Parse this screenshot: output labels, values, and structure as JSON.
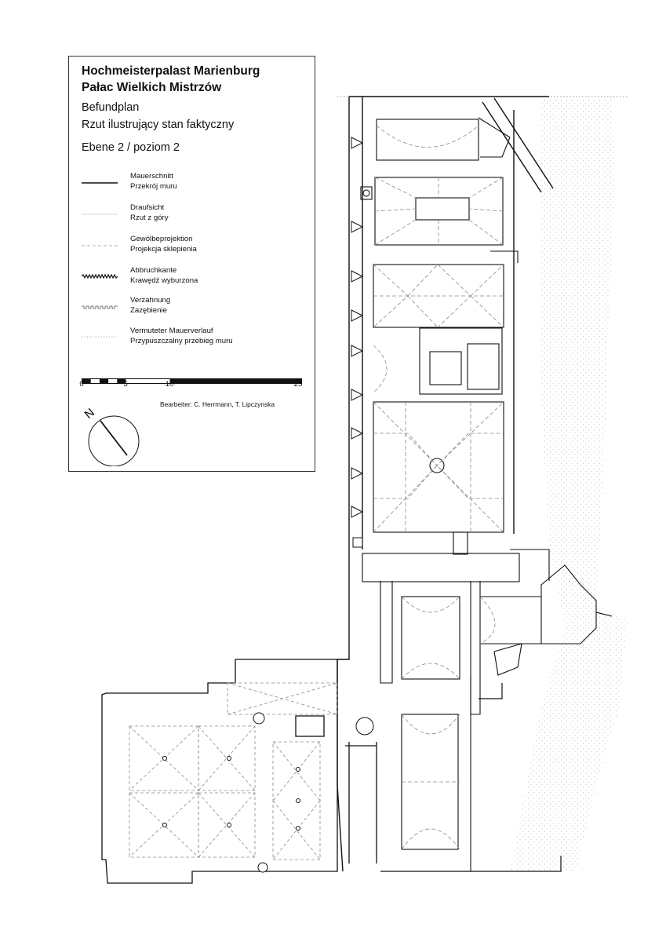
{
  "title": {
    "line1": "Hochmeisterpalast Marienburg",
    "line2": "Pałac Wielkich Mistrzów",
    "line3": "Befundplan",
    "line4": "Rzut ilustrujący stan faktyczny",
    "line5": "Ebene 2 / poziom 2"
  },
  "legend": [
    {
      "style": "solid",
      "de": "Mauerschnitt",
      "pl": "Przekrój muru"
    },
    {
      "style": "thin",
      "de": "Draufsicht",
      "pl": "Rzut z góry"
    },
    {
      "style": "dashed",
      "de": "Gewölbeprojektion",
      "pl": "Projekcja sklepienia"
    },
    {
      "style": "zigzag",
      "de": "Abbruchkante",
      "pl": "Krawędź wyburzona"
    },
    {
      "style": "toothed",
      "de": "Verzahnung",
      "pl": "Zazębienie"
    },
    {
      "style": "dotted",
      "de": "Vermuteter Mauerverlauf",
      "pl": "Przypuszczalny przebieg muru"
    }
  ],
  "scale": {
    "max": 25,
    "labels": [
      {
        "value": 0,
        "text": "0"
      },
      {
        "value": 5,
        "text": "5"
      },
      {
        "value": 10,
        "text": "10"
      },
      {
        "value": 25,
        "text": "25"
      }
    ]
  },
  "credits": "Bearbeiter: C. Herrmann, T. Lipczynska",
  "north_letter": "N",
  "colors": {
    "ink": "#111111",
    "hatch": "#555555",
    "dash": "#8a8a8a",
    "frame": "#333333"
  }
}
